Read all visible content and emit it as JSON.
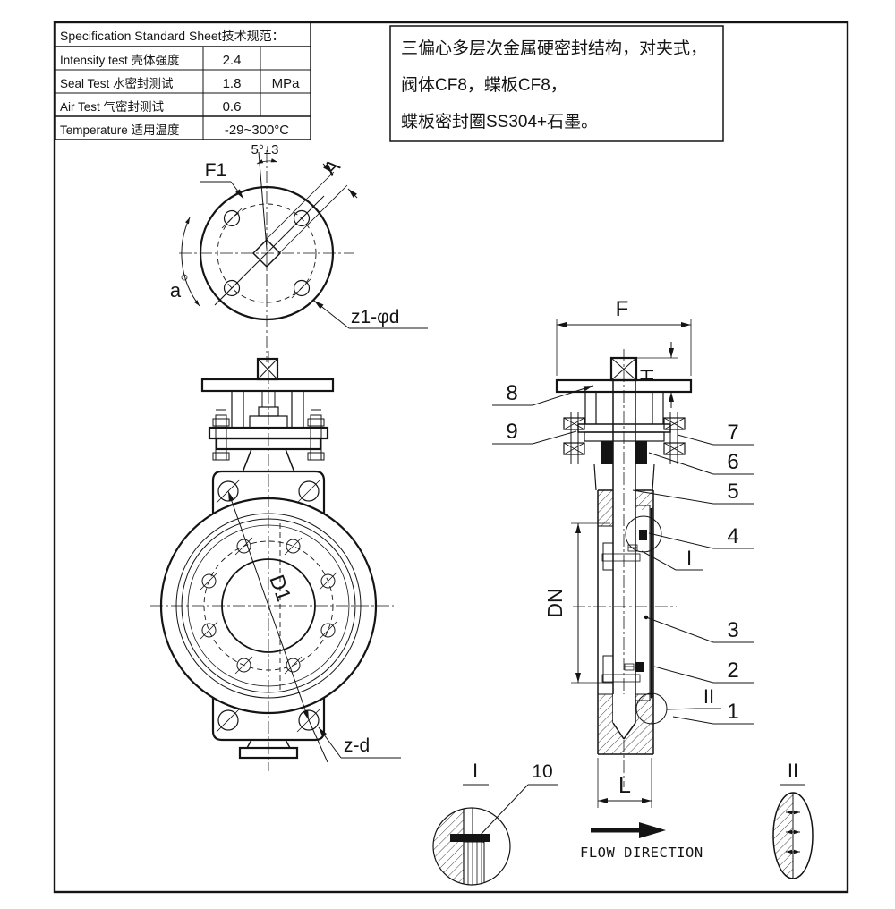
{
  "spec_table": {
    "title": "Specification Standard Sheet技术规范：",
    "rows": [
      {
        "label": "Intensity test 壳体强度",
        "value": "2.4"
      },
      {
        "label": "Seal Test 水密封测试",
        "value": "1.8"
      },
      {
        "label": "Air Test  气密封测试",
        "value": "0.6"
      }
    ],
    "unit": "MPa",
    "temp_label": "Temperature 适用温度",
    "temp_value": "-29~300°C"
  },
  "notes": {
    "line1": "三偏心多层次金属硬密封结构，对夹式，",
    "line2": "阀体CF8，蝶板CF8，",
    "line3": "蝶板密封圈SS304+石墨。"
  },
  "top_view": {
    "angle_tolerance": "5°±3",
    "flange_dim": "F1",
    "stem_square_dim": "A",
    "rotation_angle": "a",
    "bolt_holes": "z1-φd"
  },
  "front_view": {
    "bolt_circle_dim": "D1",
    "bolt_holes": "z-d"
  },
  "section_view": {
    "width_dim": "F",
    "stem_height_dim": "H",
    "bore_dim": "DN",
    "face_to_face_dim": "L",
    "flow_label": "FLOW DIRECTION",
    "parts": {
      "p1": "1",
      "p2": "2",
      "p3": "3",
      "p4": "4",
      "p5": "5",
      "p6": "6",
      "p7": "7",
      "p8": "8",
      "p9": "9",
      "p10": "10"
    },
    "detail_refs": {
      "i": "I",
      "ii": "II"
    }
  },
  "details": {
    "i_title": "I",
    "ii_title": "II"
  },
  "line_color": "#141414"
}
